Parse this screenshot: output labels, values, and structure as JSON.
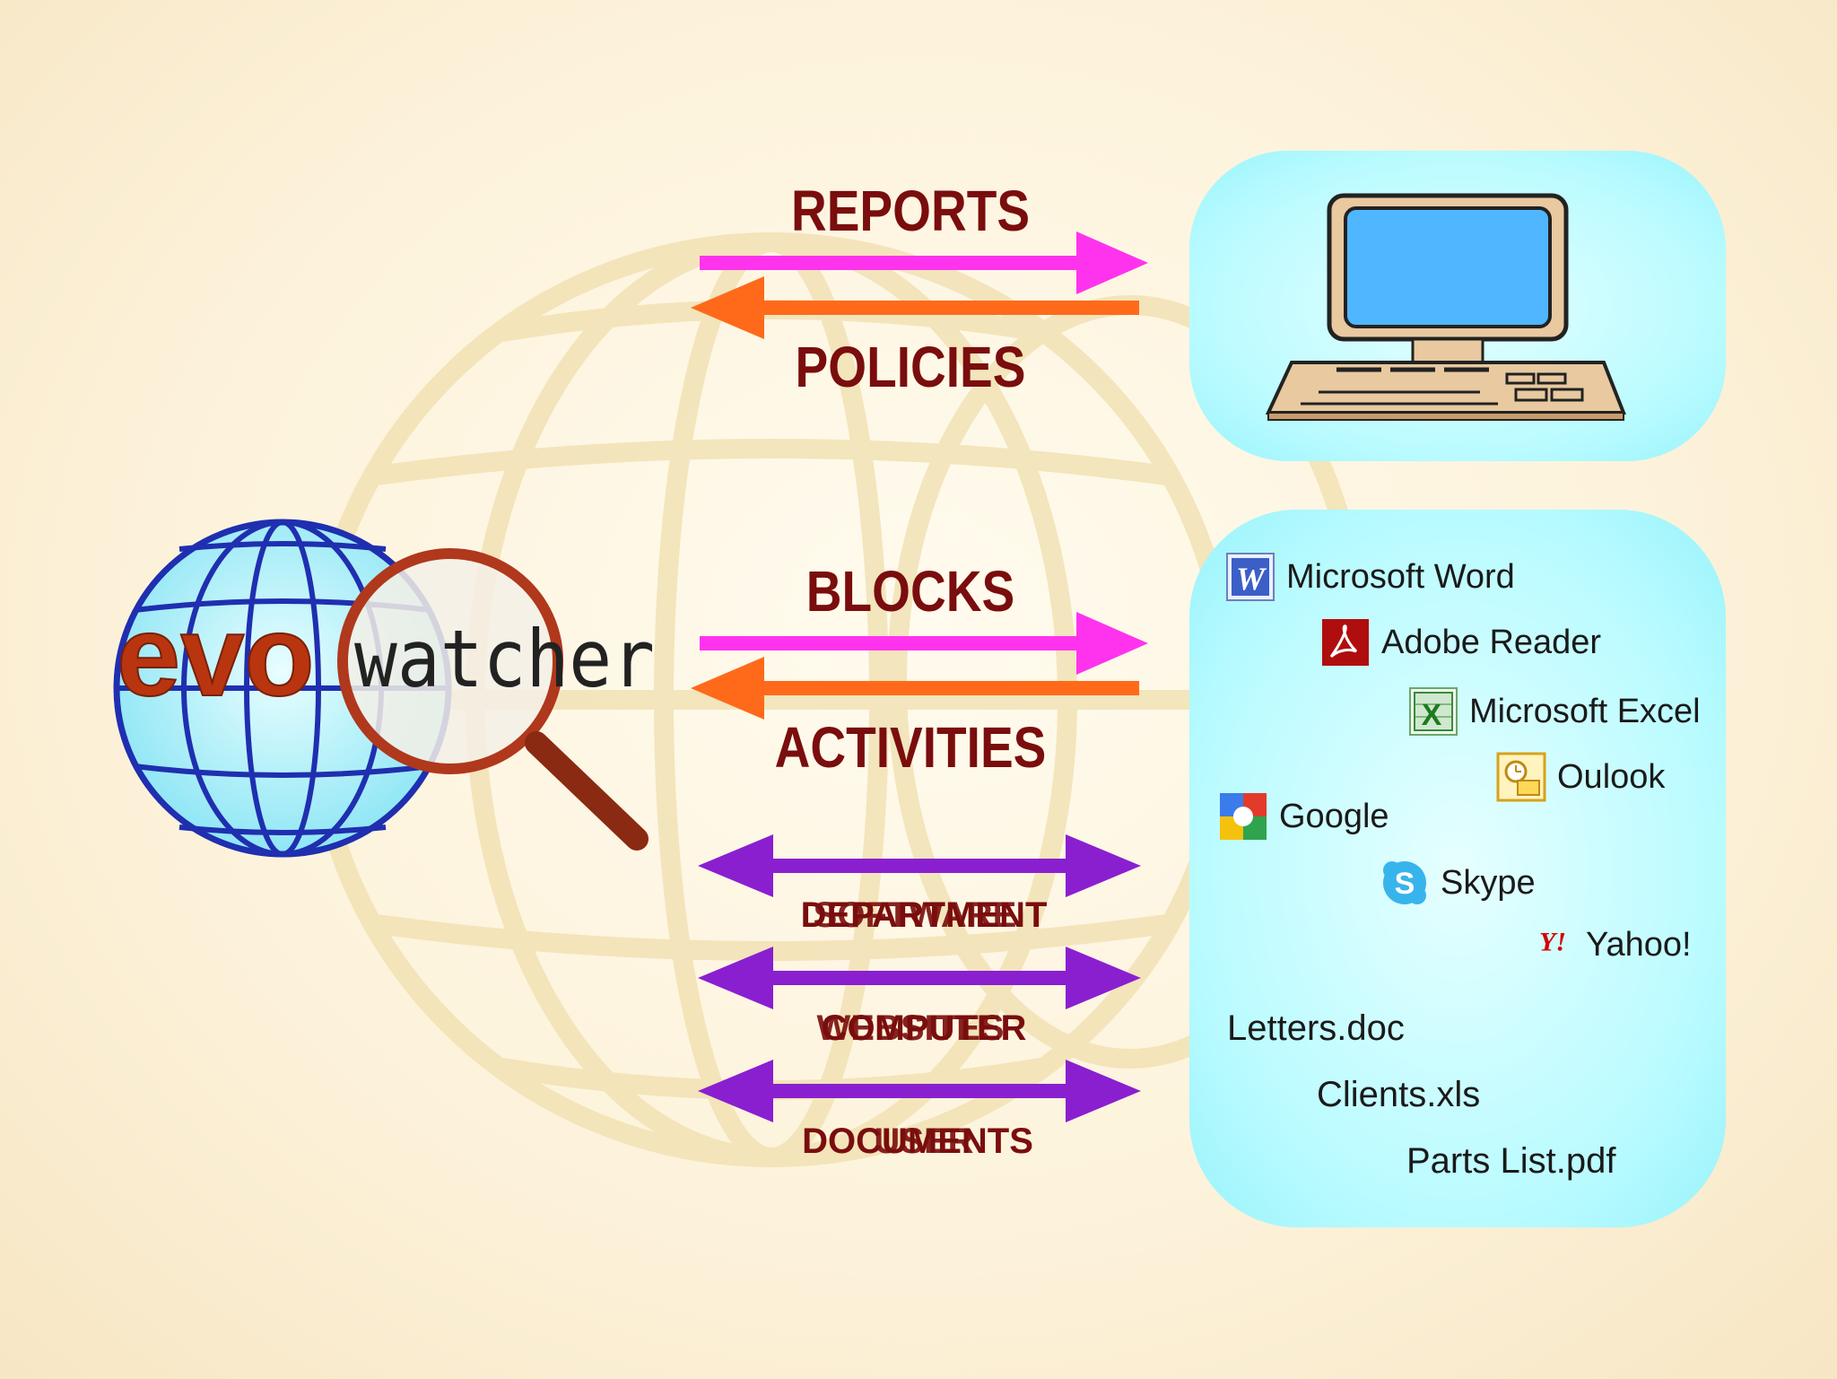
{
  "logo": {
    "text_evo": "evo",
    "text_watcher": "watcher"
  },
  "arrows": {
    "reports": "REPORTS",
    "policies": "POLICIES",
    "blocks": "BLOCKS",
    "activities": "ACTIVITIES",
    "pair1_labels": [
      "DEPARTMENT",
      "SOFTWARE"
    ],
    "pair2_labels": [
      "COMPUTER",
      "WEBSITES"
    ],
    "pair3_labels": [
      "DOCUMENTS",
      "USER"
    ]
  },
  "apps": [
    {
      "label": "Microsoft Word",
      "icon": "word-icon"
    },
    {
      "label": "Adobe Reader",
      "icon": "pdf-icon"
    },
    {
      "label": "Microsoft Excel",
      "icon": "excel-icon"
    },
    {
      "label": "Oulook",
      "icon": "outlook-icon"
    },
    {
      "label": "Google",
      "icon": "google-icon"
    },
    {
      "label": "Skype",
      "icon": "skype-icon"
    },
    {
      "label": "Yahoo!",
      "icon": "yahoo-icon"
    }
  ],
  "files": [
    "Letters.doc",
    "Clients.xls",
    "Parts List.pdf"
  ],
  "colors": {
    "label": "#7a0d0d",
    "pink_arrow": "#ff33ee",
    "orange_arrow": "#ff6a1a",
    "purple_arrow": "#8a1fd0",
    "panel": "#b8fbff"
  }
}
